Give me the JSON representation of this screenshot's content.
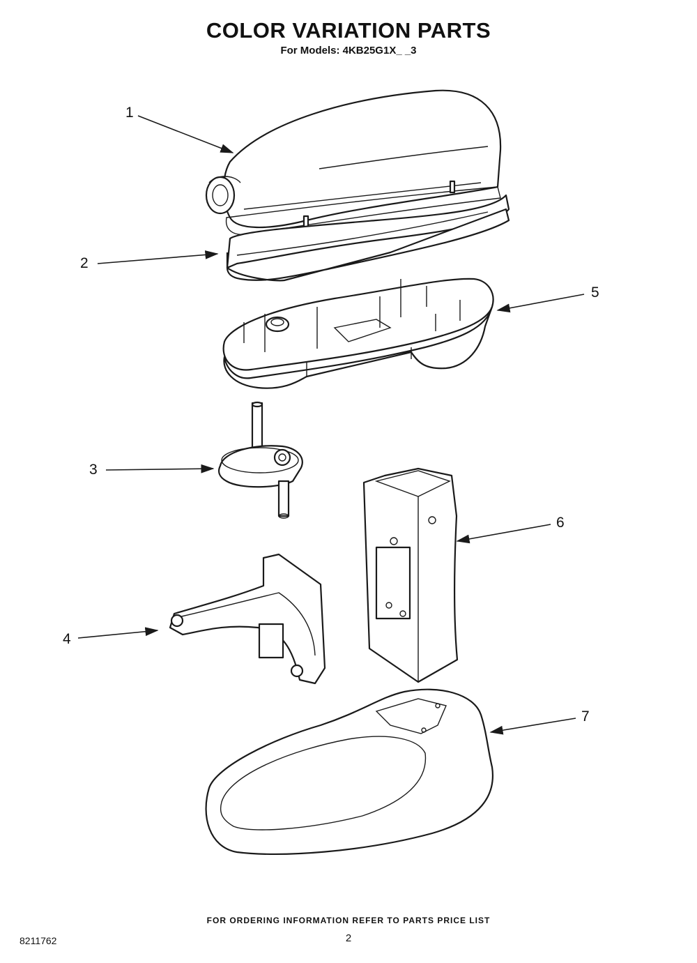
{
  "header": {
    "title": "COLOR VARIATION PARTS",
    "subtitle": "For Models: 4KB25G1X_ _3"
  },
  "callouts": [
    "1",
    "2",
    "3",
    "4",
    "5",
    "6",
    "7"
  ],
  "parts": [
    {
      "ref": "1",
      "depicts": "motor-housing-cover-icon"
    },
    {
      "ref": "2",
      "depicts": "trim-band-icon"
    },
    {
      "ref": "3",
      "depicts": "planetary-gear-shaft-icon"
    },
    {
      "ref": "4",
      "depicts": "bowl-clamping-plate-icon"
    },
    {
      "ref": "5",
      "depicts": "gear-housing-icon"
    },
    {
      "ref": "6",
      "depicts": "pedestal-column-icon"
    },
    {
      "ref": "7",
      "depicts": "base-icon"
    }
  ],
  "footer": {
    "note": "FOR ORDERING INFORMATION REFER TO PARTS PRICE LIST",
    "page": "2",
    "doc_number": "8211762"
  },
  "colors": {
    "line": "#1a1a1a",
    "background": "#ffffff"
  }
}
